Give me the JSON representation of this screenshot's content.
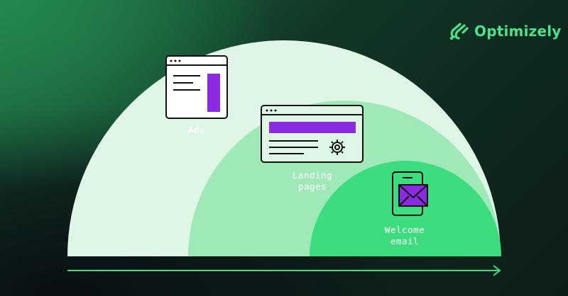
{
  "brand": {
    "name": "Optimizely",
    "accent": "#4fe08e"
  },
  "stages": [
    {
      "label_line1": "Ads",
      "label_line2": "",
      "icon": "browser-ad-icon"
    },
    {
      "label_line1": "Landing",
      "label_line2": "pages",
      "icon": "landing-page-icon"
    },
    {
      "label_line1": "Welcome",
      "label_line2": "email",
      "icon": "phone-email-icon"
    }
  ],
  "colors": {
    "outer_arc": "#dff5e6",
    "middle_arc": "#9fe8b8",
    "inner_arc": "#3ddc7e",
    "highlight": "#8a2be2",
    "arrow": "#3ddc7e"
  }
}
